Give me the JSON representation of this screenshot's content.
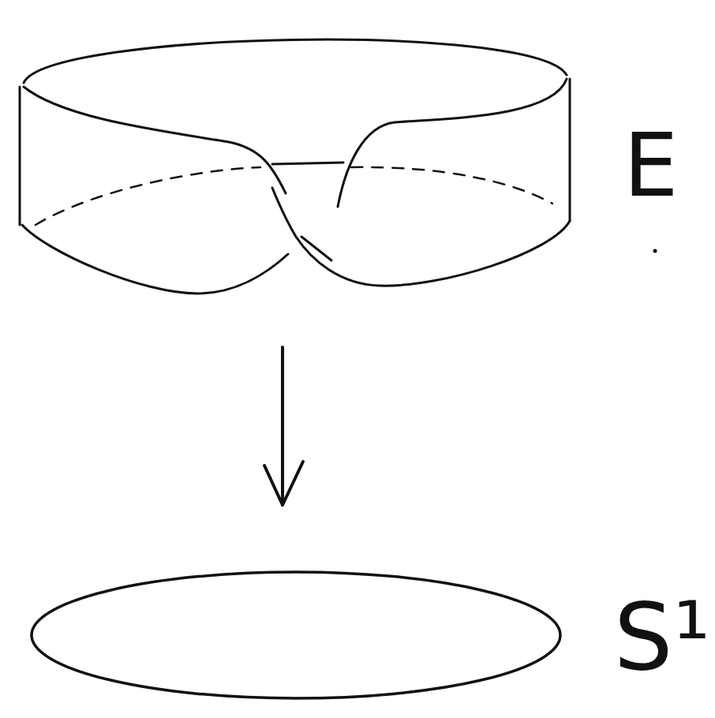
{
  "diagram": {
    "nodes": [
      {
        "text": [
          "E"
        ]
      },
      {
        "text": [
          "S¹"
        ]
      }
    ],
    "edges": [
      {
        "from": 0,
        "to": 1,
        "arrow": "to"
      }
    ]
  }
}
